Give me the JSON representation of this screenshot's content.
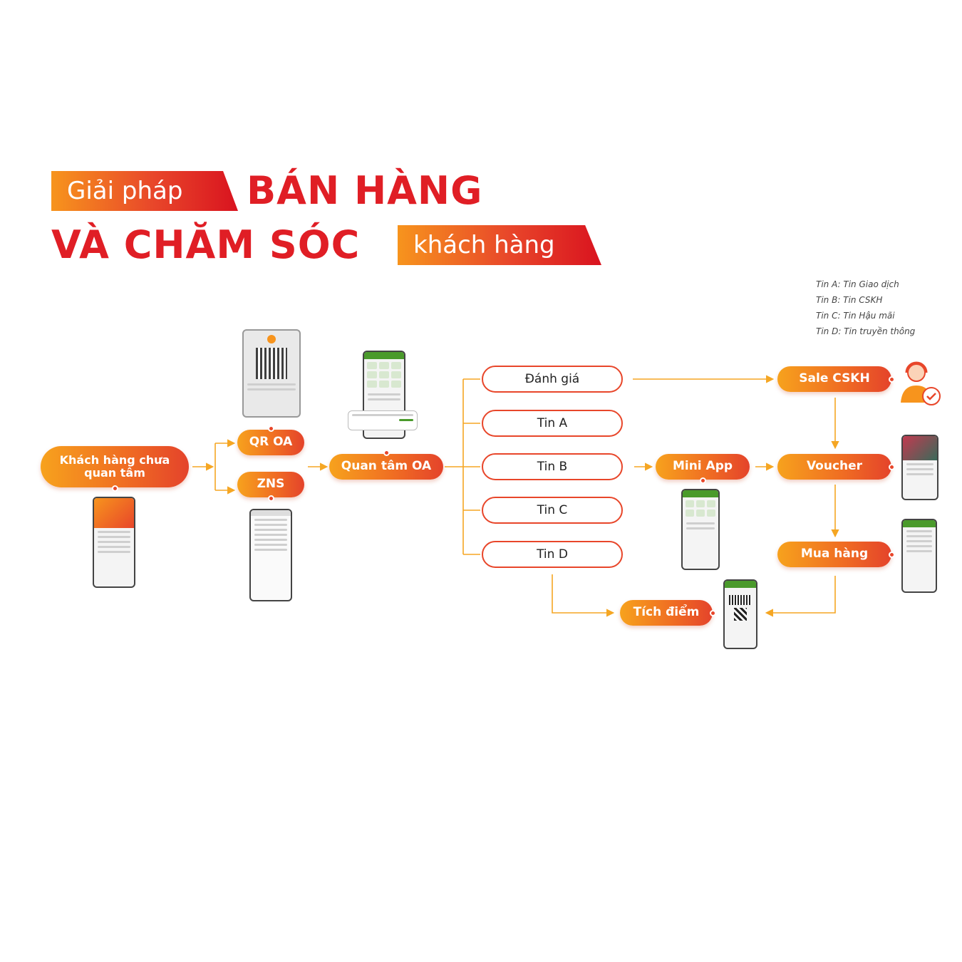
{
  "title": {
    "tag1": "Giải pháp",
    "main1": "BÁN HÀNG",
    "main2": "VÀ CHĂM SÓC",
    "tag2": "khách hàng"
  },
  "legend": [
    "Tin A: Tin Giao dịch",
    "Tin B: Tin CSKH",
    "Tin C: Tin Hậu mãi",
    "Tin D: Tin truyền thông"
  ],
  "nodes": {
    "start": "Khách hàng chưa quan tâm",
    "qr_oa": "QR OA",
    "zns": "ZNS",
    "follow_oa": "Quan tâm OA",
    "mini_app": "Mini App",
    "sale_cskh": "Sale CSKH",
    "voucher": "Voucher",
    "buy": "Mua hàng",
    "points": "Tích điểm"
  },
  "messages": [
    "Đánh giá",
    "Tin A",
    "Tin B",
    "Tin C",
    "Tin D"
  ],
  "colors": {
    "brand_red": "#e01e25",
    "orange": "#f7941d",
    "arrow": "#f5a623"
  }
}
